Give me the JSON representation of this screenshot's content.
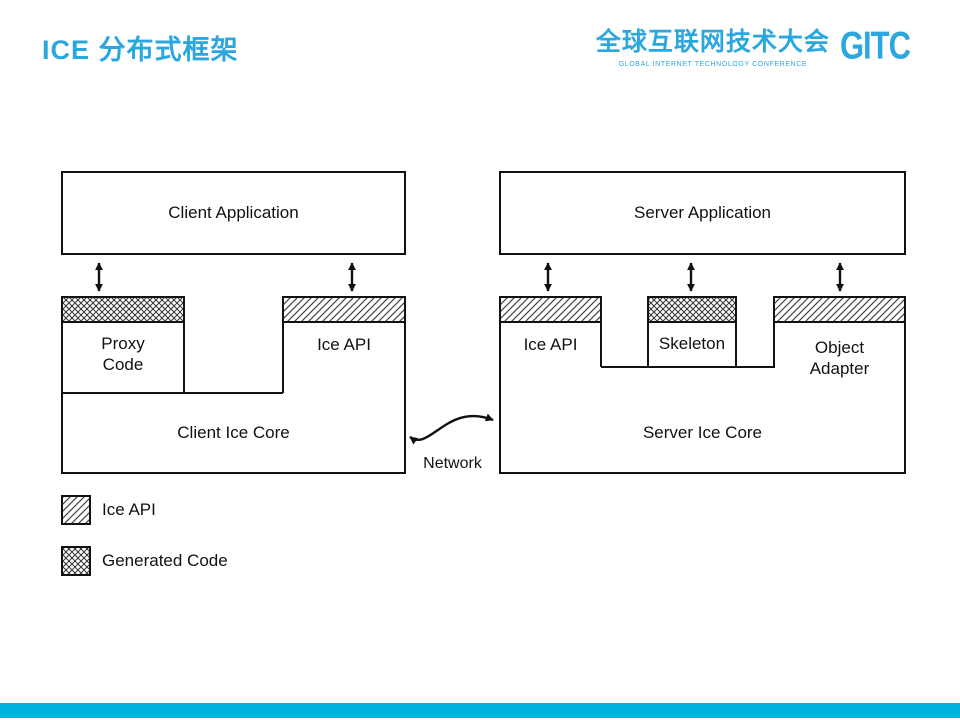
{
  "slide": {
    "title": "ICE 分布式框架",
    "accent_color": "#2BA7DF",
    "footer_color": "#00B3DC"
  },
  "logo": {
    "name": "全球互联网技术大会",
    "tagline": "GLOBAL INTERNET TECHNOLOGY CONFERENCE",
    "mark": "GITC"
  },
  "diagram": {
    "client": {
      "application": "Client Application",
      "proxy_code": "Proxy Code",
      "ice_api": "Ice API",
      "core": "Client Ice Core"
    },
    "server": {
      "application": "Server Application",
      "ice_api": "Ice API",
      "skeleton": "Skeleton",
      "object_adapter": "Object Adapter",
      "core": "Server Ice Core"
    },
    "network_label": "Network",
    "legend": {
      "ice_api": "Ice API",
      "generated_code": "Generated Code"
    }
  }
}
